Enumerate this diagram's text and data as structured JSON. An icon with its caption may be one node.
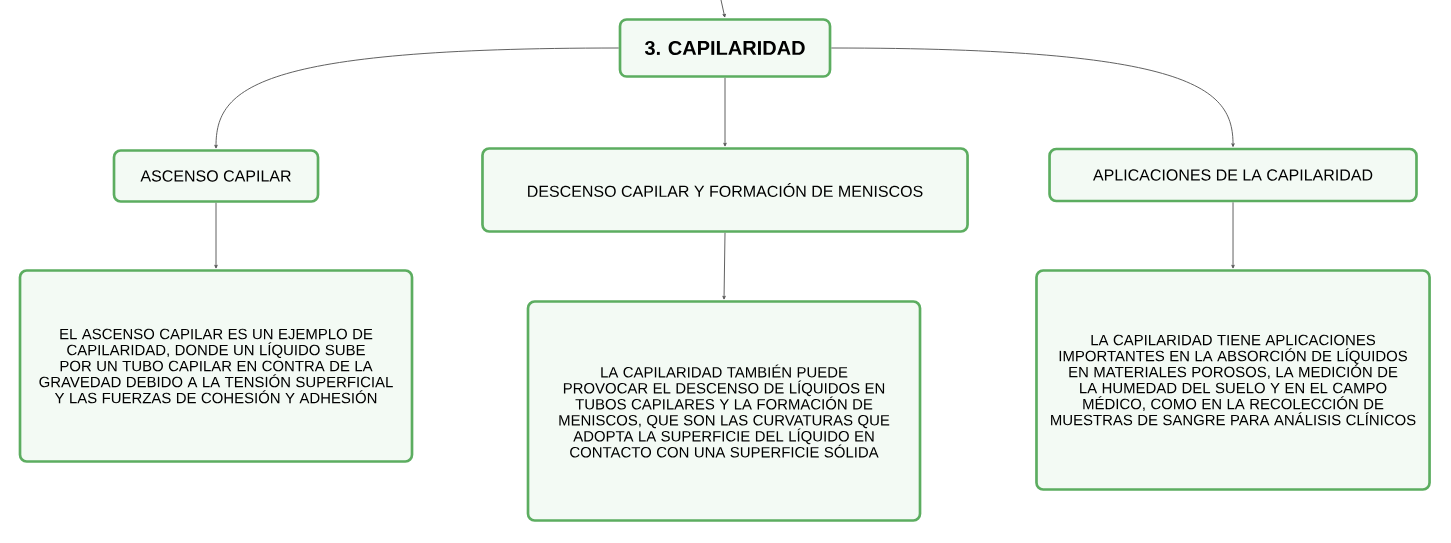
{
  "diagram": {
    "nodes": [
      {
        "text": [
          "3. CAPILARIDAD"
        ]
      },
      {
        "text": [
          "ASCENSO CAPILAR"
        ]
      },
      {
        "text": [
          "DESCENSO CAPILAR Y FORMACIÓN DE MENISCOS"
        ]
      },
      {
        "text": [
          "APLICACIONES DE LA CAPILARIDAD"
        ]
      },
      {
        "text": [
          "EL ASCENSO CAPILAR ES UN EJEMPLO DE CAPILARIDAD, DONDE UN LÍQUIDO SUBE POR UN TUBO CAPILAR EN CONTRA DE LA GRAVEDAD DEBIDO A LA TENSIÓN SUPERFICIAL Y LAS FUERZAS DE COHESIÓN Y ADHESIÓN"
        ]
      },
      {
        "text": [
          "LA CAPILARIDAD TAMBIÉN PUEDE PROVOCAR EL DESCENSO DE LÍQUIDOS EN TUBOS CAPILARES Y LA FORMACIÓN DE MENISCOS, QUE SON LAS CURVATURAS QUE ADOPTA LA SUPERFICIE DEL LÍQUIDO EN CONTACTO CON UNA SUPERFICIE SÓLIDA"
        ]
      },
      {
        "text": [
          "LA CAPILARIDAD TIENE APLICACIONES IMPORTANTES EN LA ABSORCIÓN DE LÍQUIDOS EN MATERIALES POROSOS, LA MEDICIÓN DE LA HUMEDAD DEL SUELO Y EN EL CAMPO MÉDICO, COMO EN LA RECOLECCIÓN DE MUESTRAS DE SANGRE PARA ANÁLISIS CLÍNICOS"
        ]
      }
    ],
    "edges": [
      {
        "from": null,
        "to": 0,
        "arrow": "to"
      },
      {
        "from": 0,
        "to": 1,
        "arrow": "to"
      },
      {
        "from": 0,
        "to": 2,
        "arrow": "to"
      },
      {
        "from": 0,
        "to": 3,
        "arrow": "to"
      },
      {
        "from": 1,
        "to": 4,
        "arrow": "to"
      },
      {
        "from": 2,
        "to": 5,
        "arrow": "to"
      },
      {
        "from": 3,
        "to": 6,
        "arrow": "to"
      }
    ]
  }
}
